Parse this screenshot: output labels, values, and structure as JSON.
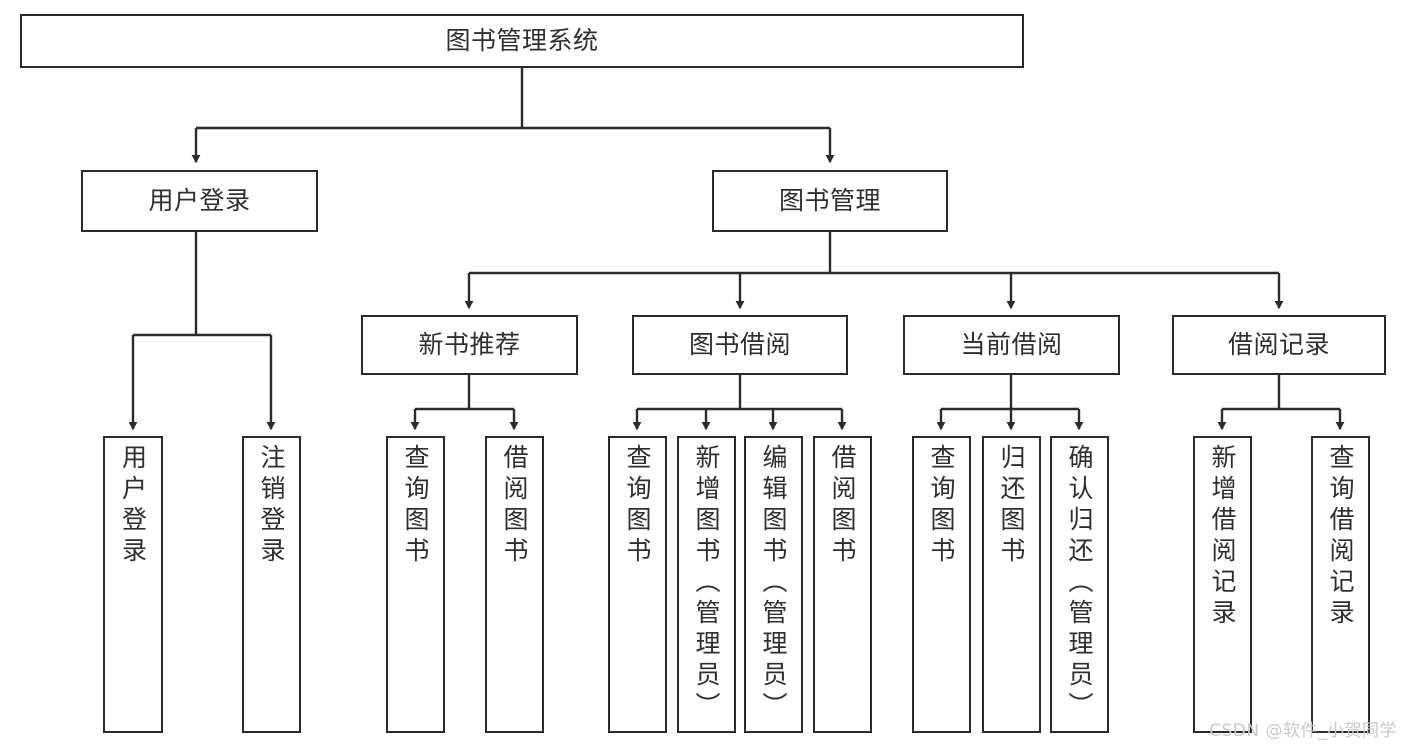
{
  "diagram": {
    "title": "图书管理系统",
    "type": "tree-hierarchy",
    "orientation": "top-down",
    "colors": {
      "stroke": "#2b2b2b",
      "fill": "#ffffff",
      "text": "#2f2f2f",
      "watermark": "#c9c9c9"
    }
  },
  "watermark": {
    "text": "CSDN @软件_小贺同学"
  },
  "nodes": {
    "root": {
      "label": "图书管理系统",
      "level": 0
    },
    "level1": [
      {
        "id": "user-login",
        "label": "用户登录"
      },
      {
        "id": "book-manage",
        "label": "图书管理"
      }
    ],
    "level2": [
      {
        "id": "new-book-rec",
        "label": "新书推荐"
      },
      {
        "id": "book-borrow",
        "label": "图书借阅"
      },
      {
        "id": "current-borrow",
        "label": "当前借阅"
      },
      {
        "id": "borrow-record",
        "label": "借阅记录"
      }
    ],
    "leaves": {
      "user-login": [
        {
          "id": "leaf-user-login",
          "label": "用户登录"
        },
        {
          "id": "leaf-logout-login",
          "label": "注销登录"
        }
      ],
      "new-book-rec": [
        {
          "id": "leaf-query-book-1",
          "label": "查询图书"
        },
        {
          "id": "leaf-borrow-book-1",
          "label": "借阅图书"
        }
      ],
      "book-borrow": [
        {
          "id": "leaf-query-book-2",
          "label": "查询图书"
        },
        {
          "id": "leaf-add-book",
          "label": "新增图书（管理员）"
        },
        {
          "id": "leaf-edit-book",
          "label": "编辑图书（管理员）"
        },
        {
          "id": "leaf-borrow-book-2",
          "label": "借阅图书"
        }
      ],
      "current-borrow": [
        {
          "id": "leaf-query-book-3",
          "label": "查询图书"
        },
        {
          "id": "leaf-return-book",
          "label": "归还图书"
        },
        {
          "id": "leaf-confirm-return",
          "label": "确认归还（管理员）"
        }
      ],
      "borrow-record": [
        {
          "id": "leaf-add-record",
          "label": "新增借阅记录"
        },
        {
          "id": "leaf-query-record",
          "label": "查询借阅记录"
        }
      ]
    }
  }
}
